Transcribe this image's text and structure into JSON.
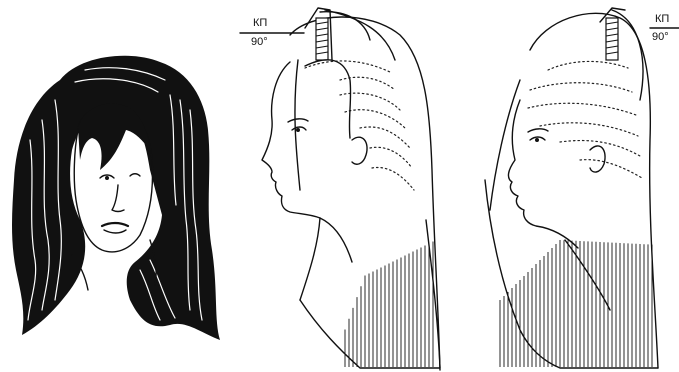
{
  "figures": {
    "center": {
      "label_top": "КП",
      "label_bottom": "90°"
    },
    "right": {
      "label_top": "КП",
      "label_bottom": "90°"
    }
  }
}
